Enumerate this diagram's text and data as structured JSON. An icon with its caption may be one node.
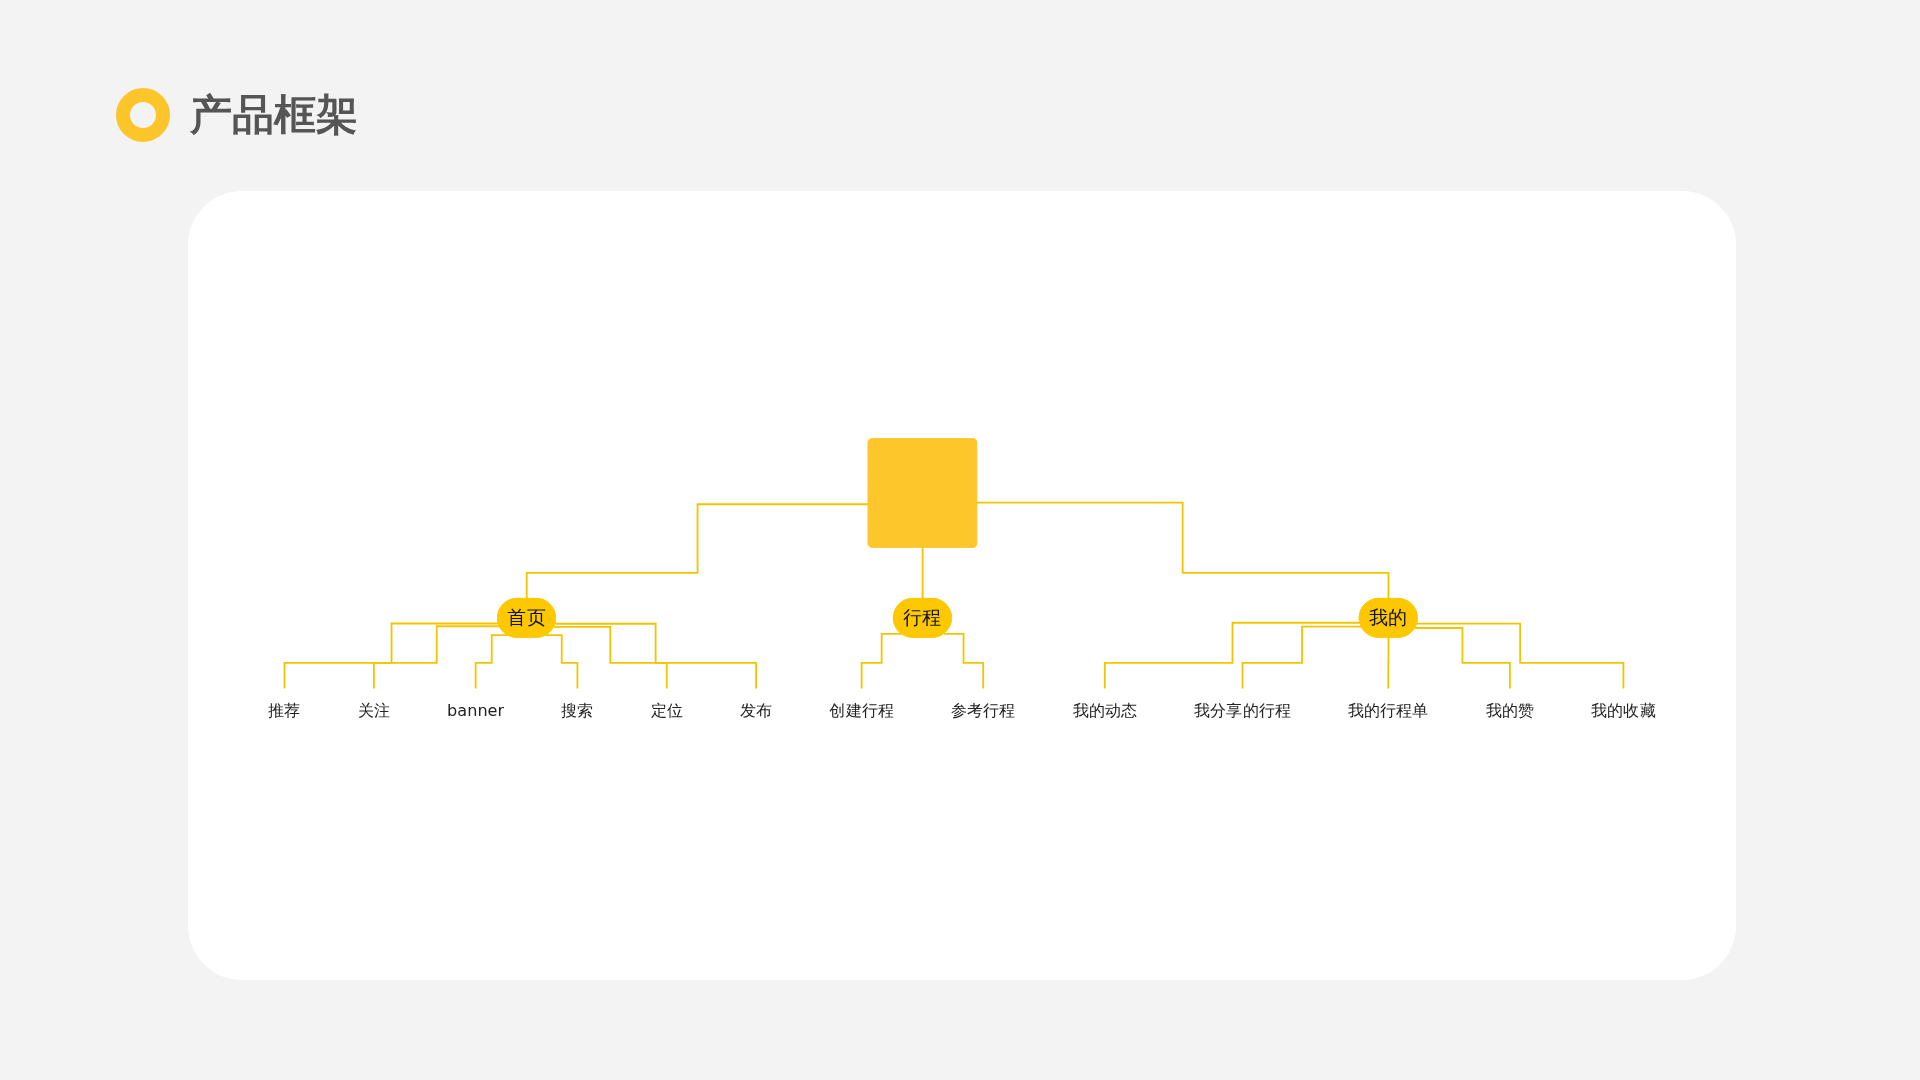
{
  "diagram": {
    "title": "产品框架",
    "nodes": [
      {
        "text": [],
        "shape": "box"
      },
      {
        "text": [
          "首页"
        ]
      },
      {
        "text": [
          "行程"
        ]
      },
      {
        "text": [
          "我的"
        ]
      },
      {
        "text": [
          "推荐"
        ]
      },
      {
        "text": [
          "关注"
        ]
      },
      {
        "text": [
          "banner"
        ]
      },
      {
        "text": [
          "搜索"
        ]
      },
      {
        "text": [
          "定位"
        ]
      },
      {
        "text": [
          "发布"
        ]
      },
      {
        "text": [
          "创建行程"
        ]
      },
      {
        "text": [
          "参考行程"
        ]
      },
      {
        "text": [
          "我的动态"
        ]
      },
      {
        "text": [
          "我分享的行程"
        ]
      },
      {
        "text": [
          "我的行程单"
        ]
      },
      {
        "text": [
          "我的赞"
        ]
      },
      {
        "text": [
          "我的收藏"
        ]
      }
    ],
    "edges": [
      {
        "from": 0,
        "to": 1,
        "arrow": "none"
      },
      {
        "from": 0,
        "to": 2,
        "arrow": "none"
      },
      {
        "from": 0,
        "to": 3,
        "arrow": "none"
      },
      {
        "from": 1,
        "to": 4,
        "arrow": "none"
      },
      {
        "from": 1,
        "to": 5,
        "arrow": "none"
      },
      {
        "from": 1,
        "to": 6,
        "arrow": "none"
      },
      {
        "from": 1,
        "to": 7,
        "arrow": "none"
      },
      {
        "from": 1,
        "to": 8,
        "arrow": "none"
      },
      {
        "from": 1,
        "to": 9,
        "arrow": "none"
      },
      {
        "from": 2,
        "to": 10,
        "arrow": "none"
      },
      {
        "from": 2,
        "to": 11,
        "arrow": "none"
      },
      {
        "from": 3,
        "to": 12,
        "arrow": "none"
      },
      {
        "from": 3,
        "to": 13,
        "arrow": "none"
      },
      {
        "from": 3,
        "to": 14,
        "arrow": "none"
      },
      {
        "from": 3,
        "to": 15,
        "arrow": "none"
      },
      {
        "from": 3,
        "to": 16,
        "arrow": "none"
      }
    ]
  }
}
